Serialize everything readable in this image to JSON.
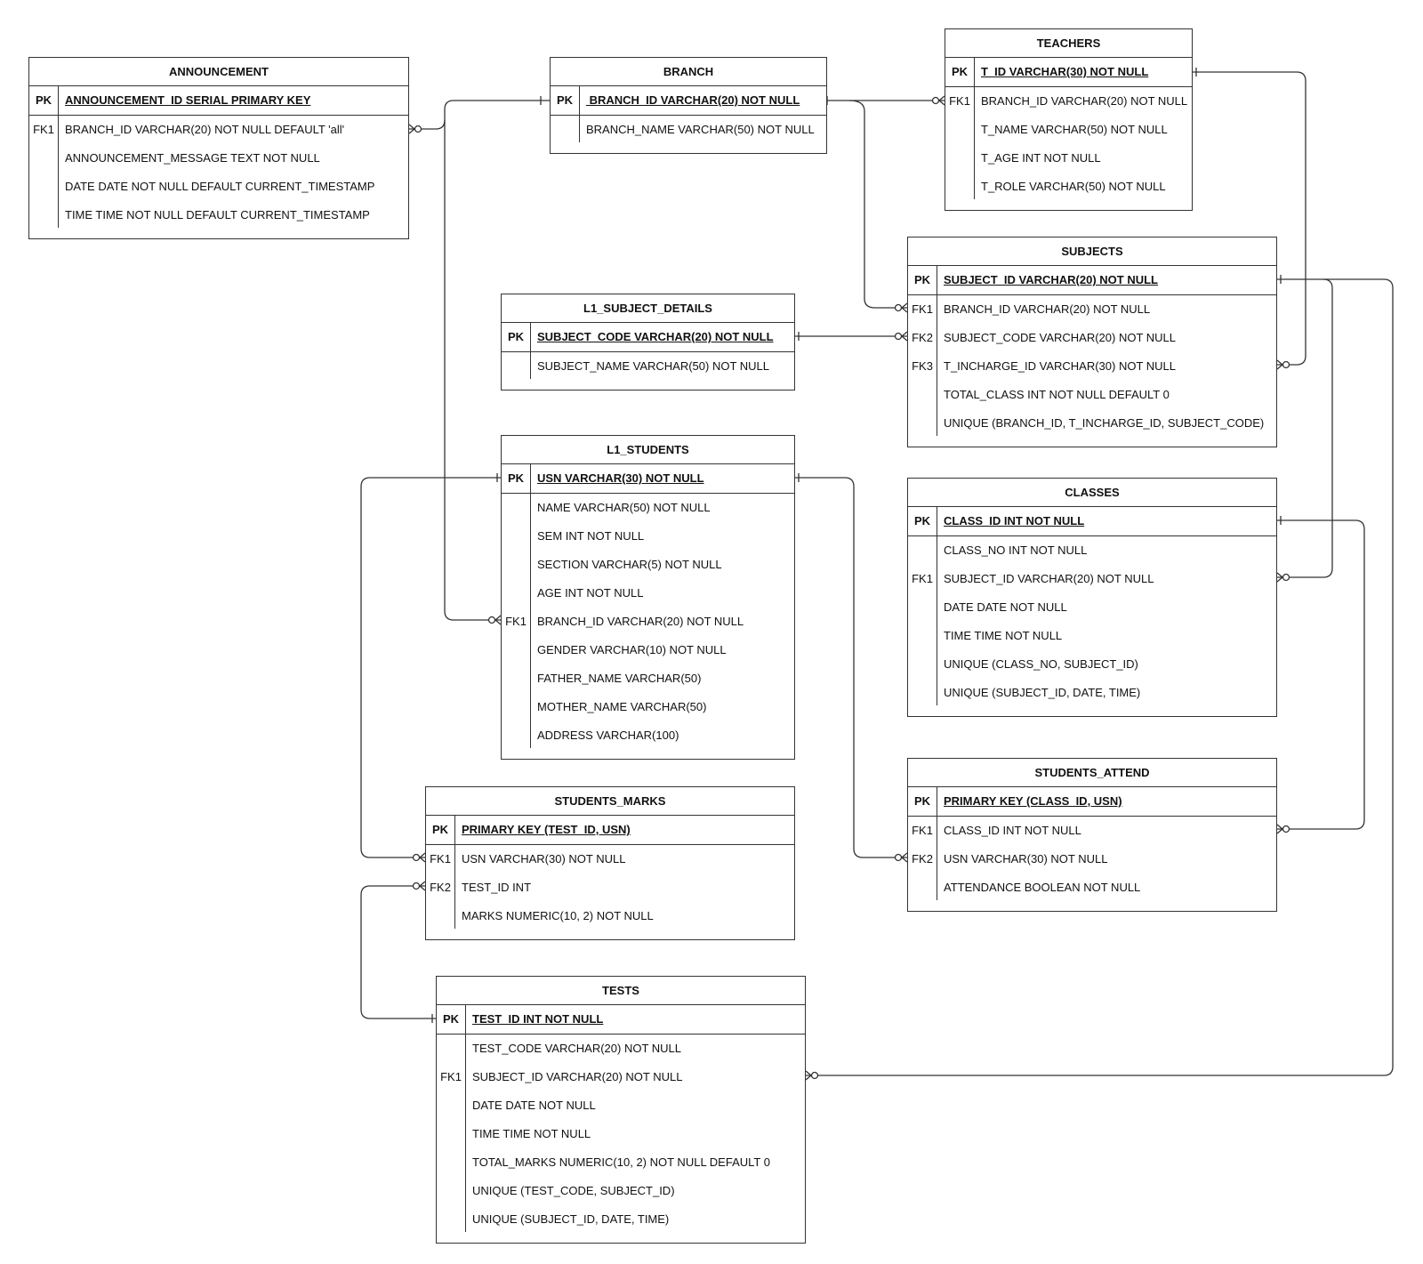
{
  "tables": {
    "announcement": {
      "title": "ANNOUNCEMENT",
      "pk": {
        "key": "PK",
        "text": "ANNOUNCEMENT_ID SERIAL PRIMARY KEY"
      },
      "fields": [
        {
          "key": "FK1",
          "text": "BRANCH_ID VARCHAR(20) NOT NULL DEFAULT 'all'"
        },
        {
          "key": "",
          "text": "ANNOUNCEMENT_MESSAGE TEXT NOT NULL"
        },
        {
          "key": "",
          "text": "DATE DATE NOT NULL DEFAULT CURRENT_TIMESTAMP"
        },
        {
          "key": "",
          "text": "TIME TIME NOT NULL DEFAULT CURRENT_TIMESTAMP"
        }
      ]
    },
    "branch": {
      "title": "BRANCH",
      "pk": {
        "key": "PK",
        "text": " BRANCH_ID VARCHAR(20) NOT NULL"
      },
      "fields": [
        {
          "key": "",
          "text": "BRANCH_NAME VARCHAR(50) NOT NULL"
        }
      ]
    },
    "teachers": {
      "title": "TEACHERS",
      "pk": {
        "key": "PK",
        "text": "T_ID VARCHAR(30) NOT NULL"
      },
      "fields": [
        {
          "key": "FK1",
          "text": "BRANCH_ID VARCHAR(20) NOT NULL"
        },
        {
          "key": "",
          "text": "T_NAME VARCHAR(50) NOT NULL"
        },
        {
          "key": "",
          "text": "T_AGE INT NOT NULL"
        },
        {
          "key": "",
          "text": "T_ROLE VARCHAR(50) NOT NULL"
        }
      ]
    },
    "subjects": {
      "title": "SUBJECTS",
      "pk": {
        "key": "PK",
        "text": "SUBJECT_ID VARCHAR(20) NOT NULL"
      },
      "fields": [
        {
          "key": "FK1",
          "text": "BRANCH_ID VARCHAR(20) NOT NULL"
        },
        {
          "key": "FK2",
          "text": "SUBJECT_CODE VARCHAR(20) NOT NULL"
        },
        {
          "key": "FK3",
          "text": "T_INCHARGE_ID VARCHAR(30) NOT NULL"
        },
        {
          "key": "",
          "text": "TOTAL_CLASS INT NOT NULL DEFAULT 0"
        },
        {
          "key": "",
          "text": "UNIQUE (BRANCH_ID, T_INCHARGE_ID, SUBJECT_CODE)"
        }
      ]
    },
    "l1_subject_details": {
      "title": "L1_SUBJECT_DETAILS",
      "pk": {
        "key": "PK",
        "text": "SUBJECT_CODE VARCHAR(20) NOT NULL"
      },
      "fields": [
        {
          "key": "",
          "text": "SUBJECT_NAME VARCHAR(50) NOT NULL"
        }
      ]
    },
    "l1_students": {
      "title": "L1_STUDENTS",
      "pk": {
        "key": "PK",
        "text": "USN VARCHAR(30) NOT NULL"
      },
      "fields": [
        {
          "key": "",
          "text": "NAME VARCHAR(50) NOT NULL"
        },
        {
          "key": "",
          "text": "SEM INT NOT NULL"
        },
        {
          "key": "",
          "text": "SECTION VARCHAR(5) NOT NULL"
        },
        {
          "key": "",
          "text": "AGE INT NOT NULL"
        },
        {
          "key": "FK1",
          "text": "BRANCH_ID VARCHAR(20) NOT NULL"
        },
        {
          "key": "",
          "text": "GENDER VARCHAR(10) NOT NULL"
        },
        {
          "key": "",
          "text": "FATHER_NAME VARCHAR(50)"
        },
        {
          "key": "",
          "text": "MOTHER_NAME VARCHAR(50)"
        },
        {
          "key": "",
          "text": "ADDRESS VARCHAR(100)"
        }
      ]
    },
    "classes": {
      "title": "CLASSES",
      "pk": {
        "key": "PK",
        "text": "CLASS_ID INT NOT NULL"
      },
      "fields": [
        {
          "key": "",
          "text": "CLASS_NO INT NOT NULL"
        },
        {
          "key": "FK1",
          "text": "SUBJECT_ID VARCHAR(20) NOT NULL"
        },
        {
          "key": "",
          "text": "DATE DATE NOT NULL"
        },
        {
          "key": "",
          "text": "TIME TIME NOT NULL"
        },
        {
          "key": "",
          "text": "UNIQUE (CLASS_NO, SUBJECT_ID)"
        },
        {
          "key": "",
          "text": "UNIQUE (SUBJECT_ID, DATE, TIME)"
        }
      ]
    },
    "students_attend": {
      "title": "STUDENTS_ATTEND",
      "pk": {
        "key": "PK",
        "text": "PRIMARY KEY (CLASS_ID, USN)"
      },
      "fields": [
        {
          "key": "FK1",
          "text": "CLASS_ID INT NOT NULL"
        },
        {
          "key": "FK2",
          "text": "USN VARCHAR(30) NOT NULL"
        },
        {
          "key": "",
          "text": "ATTENDANCE BOOLEAN NOT NULL"
        }
      ]
    },
    "students_marks": {
      "title": "STUDENTS_MARKS",
      "pk": {
        "key": "PK",
        "text": "PRIMARY KEY (TEST_ID, USN)"
      },
      "fields": [
        {
          "key": "FK1",
          "text": "USN VARCHAR(30) NOT NULL"
        },
        {
          "key": "FK2",
          "text": "TEST_ID INT"
        },
        {
          "key": "",
          "text": "MARKS NUMERIC(10, 2) NOT NULL"
        }
      ]
    },
    "tests": {
      "title": "TESTS",
      "pk": {
        "key": "PK",
        "text": "TEST_ID INT NOT NULL"
      },
      "fields": [
        {
          "key": "",
          "text": "TEST_CODE VARCHAR(20) NOT NULL"
        },
        {
          "key": "FK1",
          "text": "SUBJECT_ID VARCHAR(20) NOT NULL"
        },
        {
          "key": "",
          "text": "DATE DATE NOT NULL"
        },
        {
          "key": "",
          "text": "TIME TIME NOT NULL"
        },
        {
          "key": "",
          "text": "TOTAL_MARKS NUMERIC(10, 2) NOT NULL DEFAULT 0"
        },
        {
          "key": "",
          "text": "UNIQUE (TEST_CODE, SUBJECT_ID)"
        },
        {
          "key": "",
          "text": "UNIQUE (SUBJECT_ID, DATE, TIME)"
        }
      ]
    }
  }
}
